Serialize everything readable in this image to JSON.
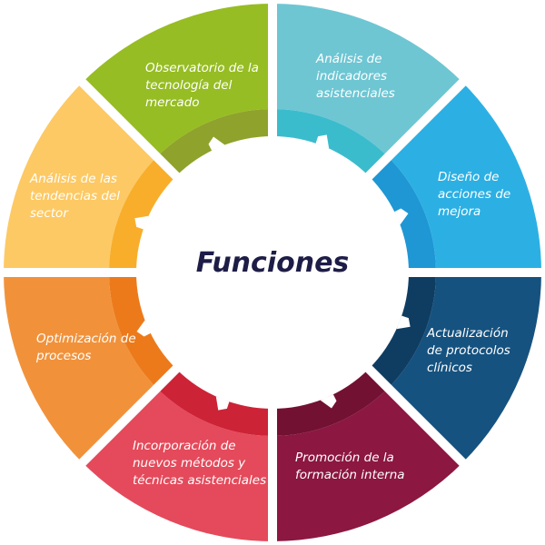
{
  "title": "Funciones",
  "segments": [
    {
      "label": "Análisis de indicadores asistenciales",
      "color": "#6ec6d3",
      "inner_color": "#3bbccd"
    },
    {
      "label": "Diseño de acciones de mejora",
      "color": "#2cb0e4",
      "inner_color": "#1e97d4"
    },
    {
      "label": "Actualización de protocolos clínicos",
      "color": "#16527f",
      "inner_color": "#0f3d62"
    },
    {
      "label": "Promoción de la formación interna",
      "color": "#8c1741",
      "inner_color": "#731133"
    },
    {
      "label": "Incorporación de nuevos métodos y técnicas asistenciales",
      "color": "#e44a5b",
      "inner_color": "#cd2337"
    },
    {
      "label": "Optimización de procesos",
      "color": "#f1923b",
      "inner_color": "#ec7a1b"
    },
    {
      "label": "Análisis de las tendencias del sector",
      "color": "#fdc964",
      "inner_color": "#f8ae2b"
    },
    {
      "label": "Observatorio de la tecnología del mercado",
      "color": "#96bd23",
      "inner_color": "#8fa22b"
    }
  ]
}
